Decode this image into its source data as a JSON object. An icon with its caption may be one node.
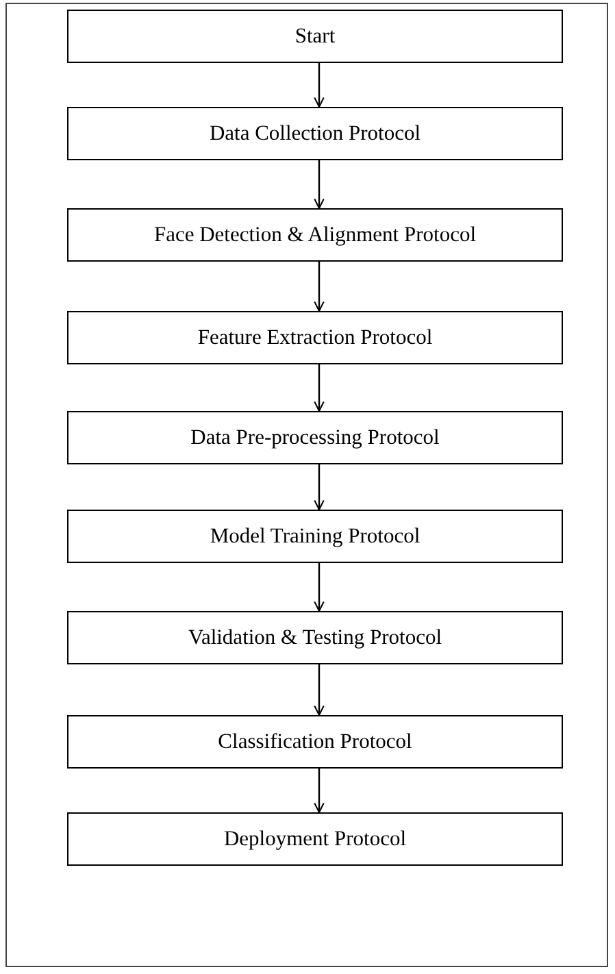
{
  "diagram": {
    "nodes": [
      {
        "text": [
          "Start"
        ]
      },
      {
        "text": [
          "Data Collection Protocol"
        ]
      },
      {
        "text": [
          "Face Detection & Alignment Protocol"
        ]
      },
      {
        "text": [
          "Feature Extraction Protocol"
        ]
      },
      {
        "text": [
          "Data Pre-processing Protocol"
        ]
      },
      {
        "text": [
          "Model Training Protocol"
        ]
      },
      {
        "text": [
          "Validation & Testing Protocol"
        ]
      },
      {
        "text": [
          "Classification Protocol"
        ]
      },
      {
        "text": [
          "Deployment Protocol"
        ]
      }
    ],
    "edges": [
      {
        "from": 0,
        "to": 1,
        "arrow": "to"
      },
      {
        "from": 1,
        "to": 2,
        "arrow": "to"
      },
      {
        "from": 2,
        "to": 3,
        "arrow": "to"
      },
      {
        "from": 3,
        "to": 4,
        "arrow": "to"
      },
      {
        "from": 4,
        "to": 5,
        "arrow": "to"
      },
      {
        "from": 5,
        "to": 6,
        "arrow": "to"
      },
      {
        "from": 6,
        "to": 7,
        "arrow": "to"
      },
      {
        "from": 7,
        "to": 8,
        "arrow": "to"
      }
    ]
  }
}
